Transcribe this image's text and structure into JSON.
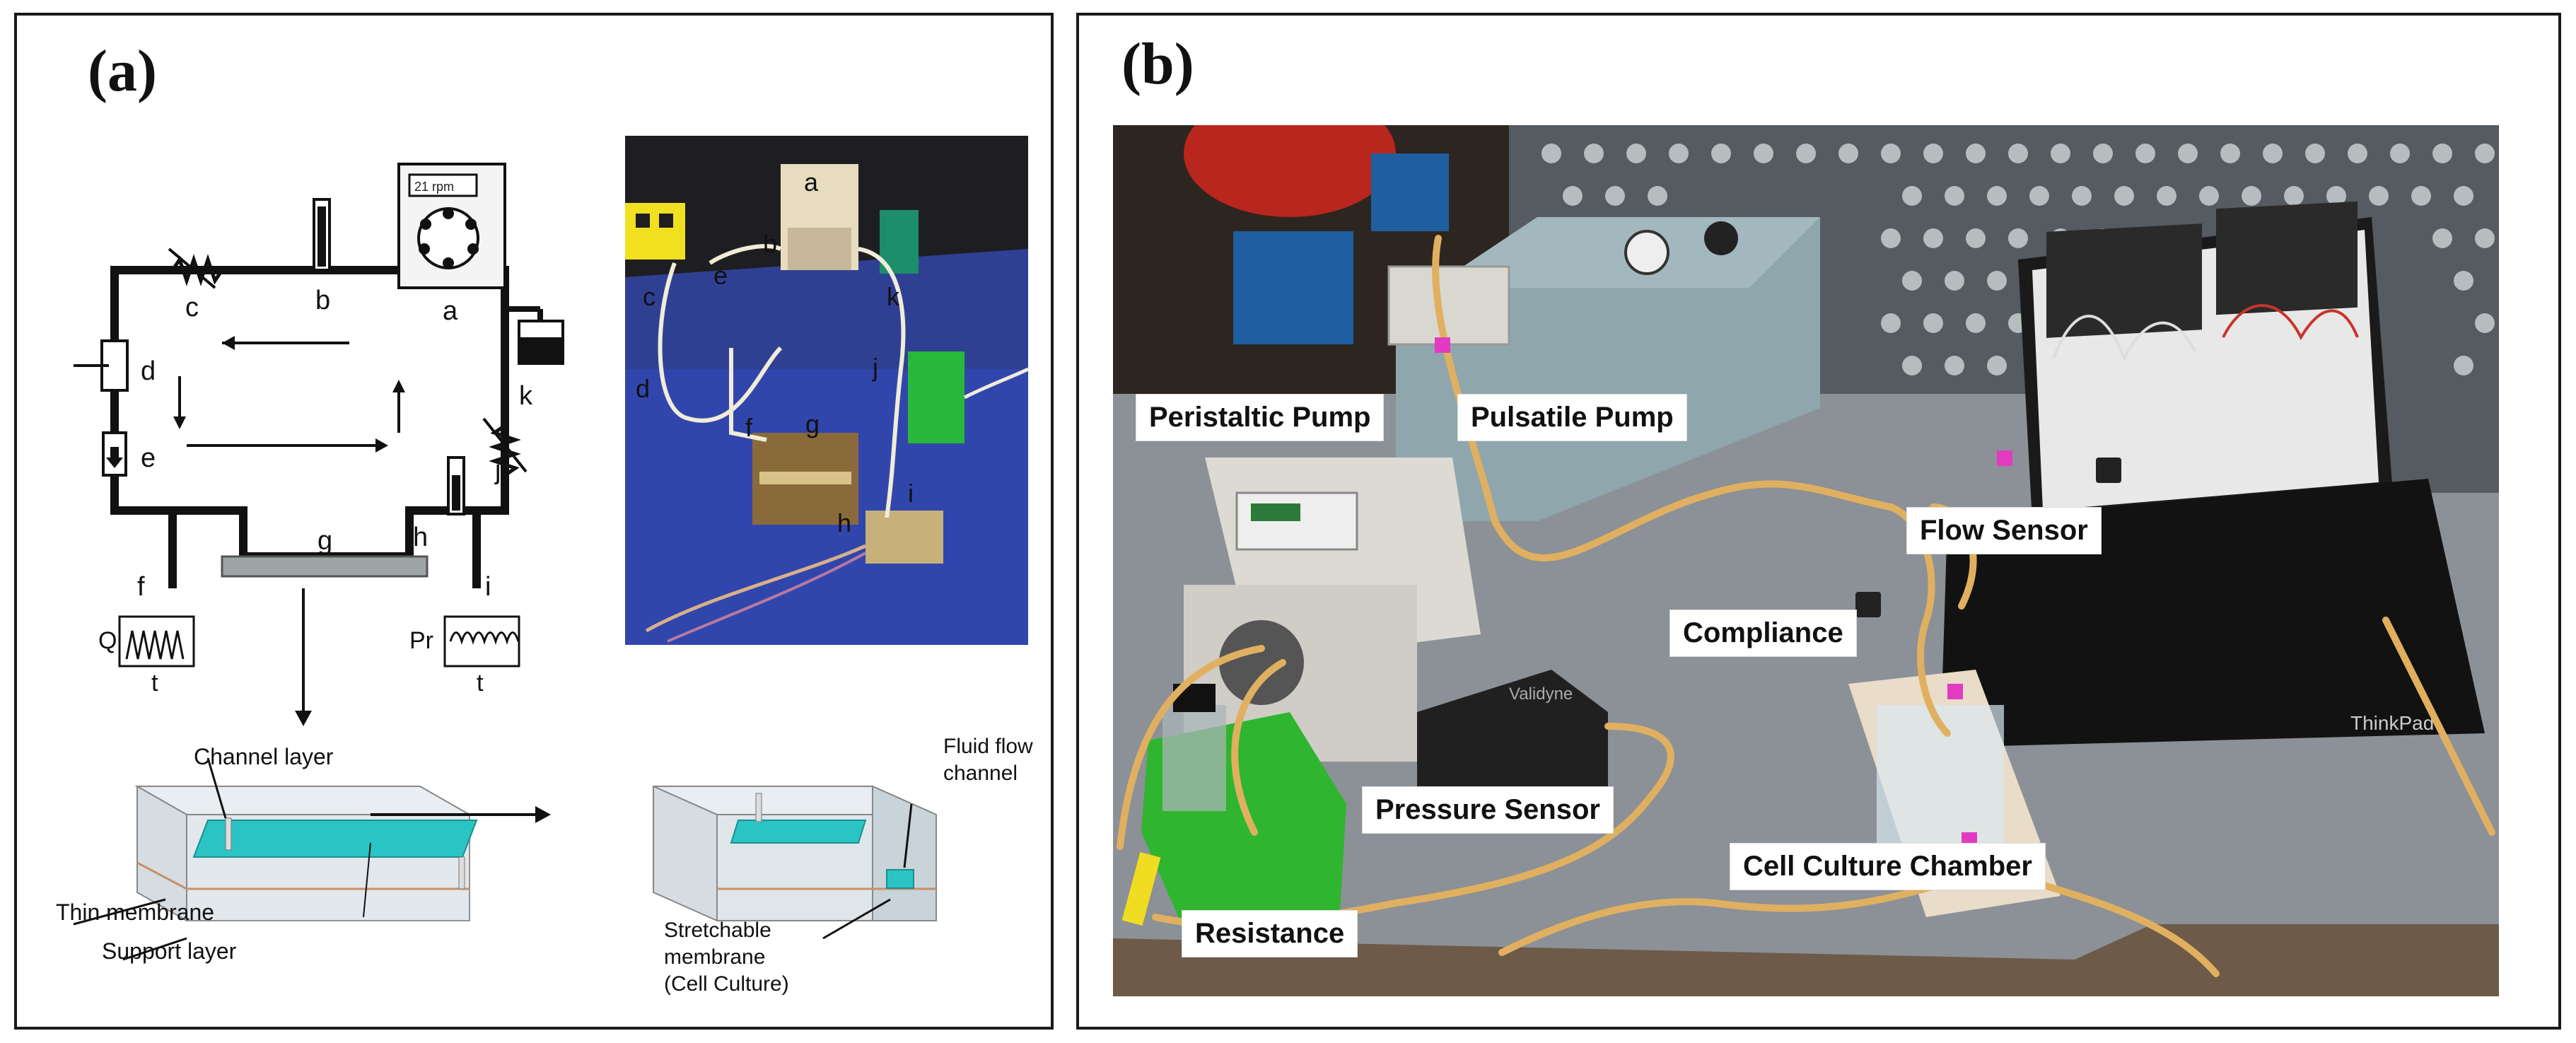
{
  "panel_a": {
    "label": "(a)",
    "schematic_letters": {
      "a": "a",
      "b": "b",
      "c": "c",
      "d": "d",
      "e": "e",
      "f": "f",
      "g": "g",
      "h": "h",
      "i": "i",
      "j": "j",
      "k": "k"
    },
    "plot_f_axis_y": "Q",
    "plot_f_axis_x": "t",
    "plot_i_axis_y": "Pr",
    "plot_i_axis_x": "t",
    "pump_display": "21 rpm",
    "photo_letters": {
      "a": "a",
      "b": "b",
      "c": "c",
      "d": "d",
      "e": "e",
      "f": "f",
      "g": "g",
      "h": "h",
      "i": "i",
      "j": "j",
      "k": "k"
    },
    "chip_labels": {
      "channel_layer": "Channel layer",
      "thin_membrane": "Thin membrane",
      "support_layer": "Support layer",
      "fluid_flow_channel_1": "Fluid flow",
      "fluid_flow_channel_2": "channel",
      "stretchable_1": "Stretchable",
      "stretchable_2": "membrane",
      "stretchable_3": "(Cell Culture)"
    }
  },
  "panel_b": {
    "label": "(b)",
    "photo_labels": {
      "peristaltic_pump": "Peristaltic Pump",
      "pulsatile_pump": "Pulsatile Pump",
      "flow_sensor": "Flow Sensor",
      "compliance": "Compliance",
      "pressure_sensor": "Pressure Sensor",
      "cell_culture_chamber": "Cell Culture Chamber",
      "resistance": "Resistance"
    },
    "laptop_brand": "ThinkPad",
    "sensor_brand": "Validyne"
  },
  "colors": {
    "tube": "#e0b060",
    "green": "#2fb52f",
    "cyan": "#2bc4c4",
    "metal": "#8b9196",
    "laptop_screen": "#c8342a"
  }
}
